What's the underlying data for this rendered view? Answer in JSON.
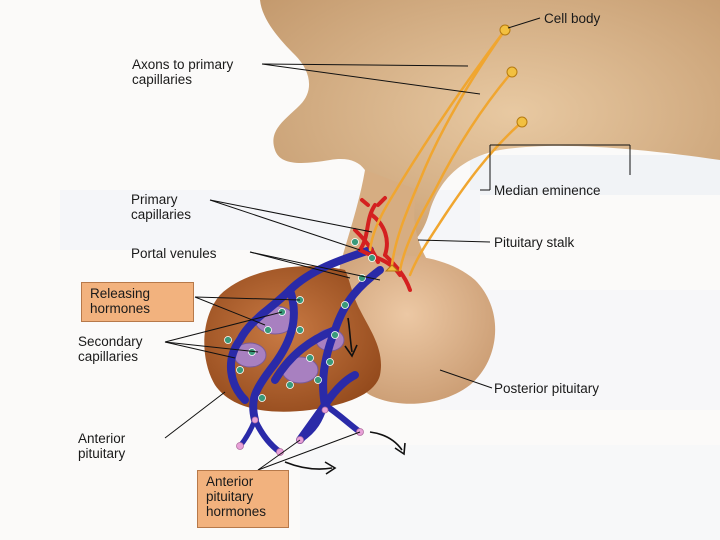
{
  "labels": {
    "cell_body": "Cell body",
    "axons": "Axons to primary\ncapillaries",
    "primary_capillaries": "Primary\ncapillaries",
    "portal_venules": "Portal venules",
    "releasing_hormones": "Releasing\nhormones",
    "secondary_capillaries": "Secondary\ncapillaries",
    "anterior_pituitary": "Anterior\npituitary",
    "anterior_pituitary_hormones": "Anterior\npituitary\nhormones",
    "median_eminence": "Median eminence",
    "pituitary_stalk": "Pituitary stalk",
    "posterior_pituitary": "Posterior pituitary"
  },
  "colors": {
    "hypothalamus": "#d9b48a",
    "anterior_lobe": "#b8622c",
    "posterior_lobe": "#dcb08a",
    "vein": "#2a2aa8",
    "artery": "#d42020",
    "axon": "#f0a630",
    "label_box": "#f2b27e",
    "secretory_cell": "#a880c0",
    "granule": "#3a9a7a"
  }
}
